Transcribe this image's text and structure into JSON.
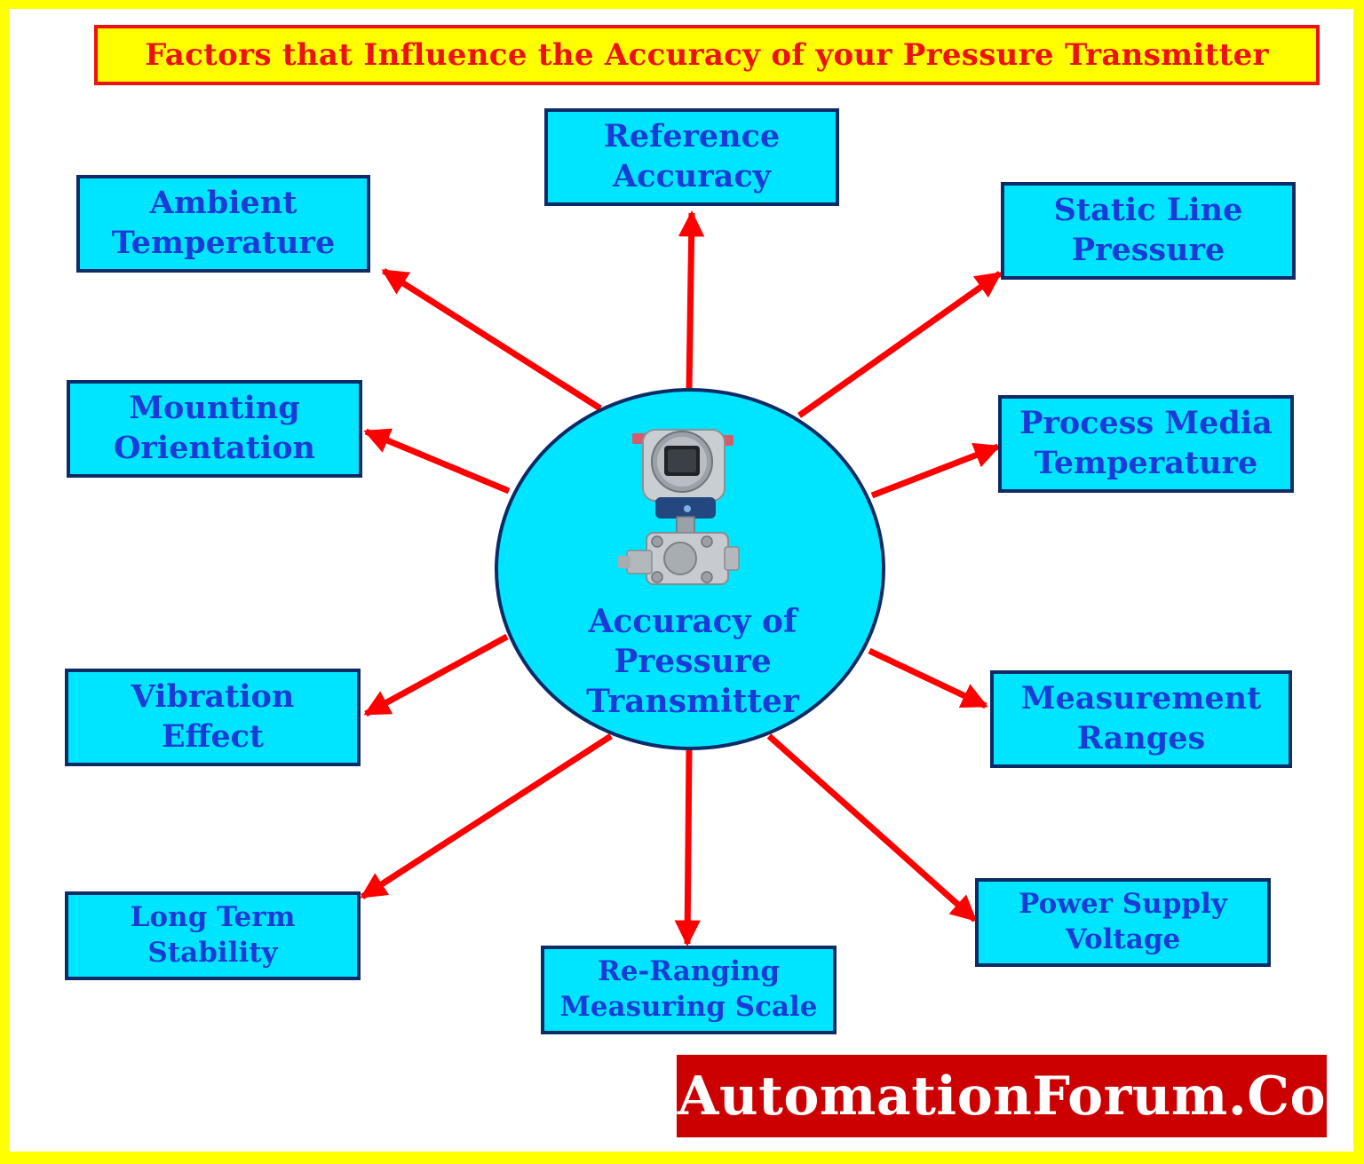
{
  "title": "Factors that Influence the Accuracy of your Pressure Transmitter",
  "center": {
    "line1": "Accuracy of",
    "line2": "Pressure",
    "line3": "Transmitter"
  },
  "factors": {
    "reference_accuracy": [
      "Reference",
      "Accuracy"
    ],
    "ambient_temperature": [
      "Ambient",
      "Temperature"
    ],
    "static_line_pressure": [
      "Static Line",
      "Pressure"
    ],
    "mounting_orientation": [
      "Mounting",
      "Orientation"
    ],
    "process_media_temperature": [
      "Process Media",
      "Temperature"
    ],
    "vibration_effect": [
      "Vibration",
      "Effect"
    ],
    "measurement_ranges": [
      "Measurement",
      "Ranges"
    ],
    "long_term_stability": [
      "Long Term",
      "Stability"
    ],
    "re_ranging_measuring_scale": [
      "Re-Ranging",
      "Measuring Scale"
    ],
    "power_supply_voltage": [
      "Power Supply",
      "Voltage"
    ]
  },
  "logo_text": "AutomationForum.Co",
  "colors": {
    "border_yellow": "#ffff00",
    "title_red": "#ee1111",
    "box_cyan": "#00e5ff",
    "box_border": "#0d2b66",
    "text_blue": "#1a3bd6",
    "arrow_red": "#ff0000",
    "logo_bg": "#cc0000"
  },
  "icons": {
    "center_image": "pressure-transmitter-device"
  }
}
